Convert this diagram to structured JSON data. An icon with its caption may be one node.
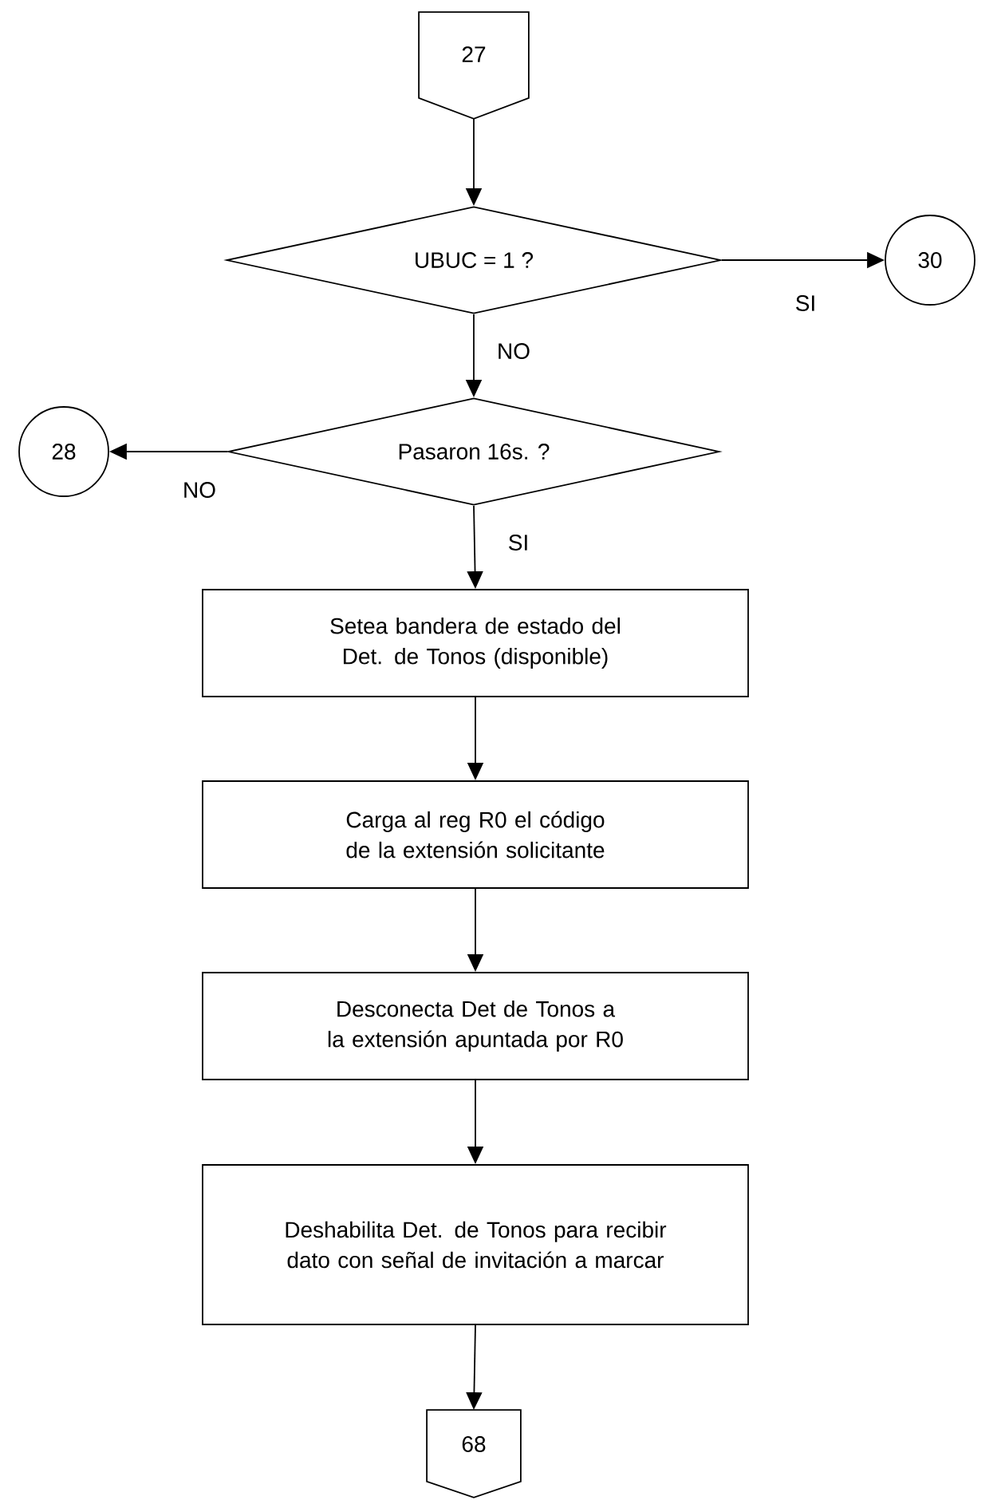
{
  "diagram": {
    "nodes": [
      {
        "text": [
          "27"
        ]
      },
      {
        "text": [
          "UBUC = 1 ?"
        ]
      },
      {
        "text": [
          "30"
        ]
      },
      {
        "text": [
          "Pasaron 16s. ?"
        ]
      },
      {
        "text": [
          "28"
        ]
      },
      {
        "text": [
          "Setea bandera de estado del Det. de Tonos (disponible)"
        ]
      },
      {
        "text": [
          "Carga al reg R0 el código de la extensión solicitante"
        ]
      },
      {
        "text": [
          "Desconecta Det de Tonos a la extensión apuntada por R0"
        ]
      },
      {
        "text": [
          "Deshabilita Det. de Tonos para recibir dato con señal de invitación a marcar"
        ]
      },
      {
        "text": [
          "68"
        ]
      }
    ],
    "edges": [
      {
        "from": 0,
        "to": 1,
        "arrow": "to"
      },
      {
        "from": 1,
        "to": 2,
        "arrow": "to",
        "label": "SI"
      },
      {
        "from": 1,
        "to": 3,
        "arrow": "to",
        "label": "NO"
      },
      {
        "from": 3,
        "to": 4,
        "arrow": "to",
        "label": "NO"
      },
      {
        "from": 3,
        "to": 5,
        "arrow": "to",
        "label": "SI"
      },
      {
        "from": 5,
        "to": 6,
        "arrow": "to"
      },
      {
        "from": 6,
        "to": 7,
        "arrow": "to"
      },
      {
        "from": 7,
        "to": 8,
        "arrow": "to"
      },
      {
        "from": 8,
        "to": 9,
        "arrow": "to"
      }
    ]
  }
}
